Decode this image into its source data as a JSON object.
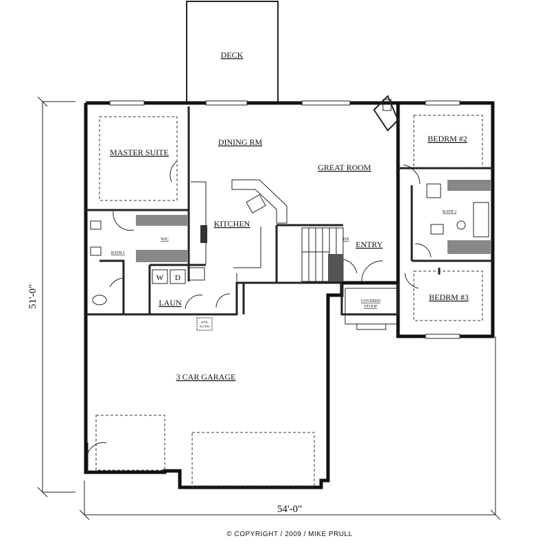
{
  "plan": {
    "rooms": {
      "deck": "DECK",
      "master_suite": "MASTER SUITE",
      "dining_rm": "DINING RM",
      "great_room": "GREAT ROOM",
      "kitchen": "KITCHEN",
      "entry": "ENTRY",
      "bedrm2": "BEDRM #2",
      "bedrm3": "BEDRM #3",
      "bath1": "BATH 1",
      "bath2": "BATH 2",
      "wic": "WIC",
      "laun": "LAUN",
      "garage": "3 CAR GARAGE",
      "covered_stoop_1": "COVERED",
      "covered_stoop_2": "STOOP",
      "attic_1": "ATTIC",
      "attic_2": "ACCESS"
    },
    "fixtures": {
      "washer": "W",
      "dryer": "D",
      "stair_down": "DN"
    },
    "dimensions": {
      "depth": "51'-0\"",
      "width": "54'-0\""
    },
    "copyright": "© COPYRIGHT / 2009 / MIKE PRULL"
  }
}
